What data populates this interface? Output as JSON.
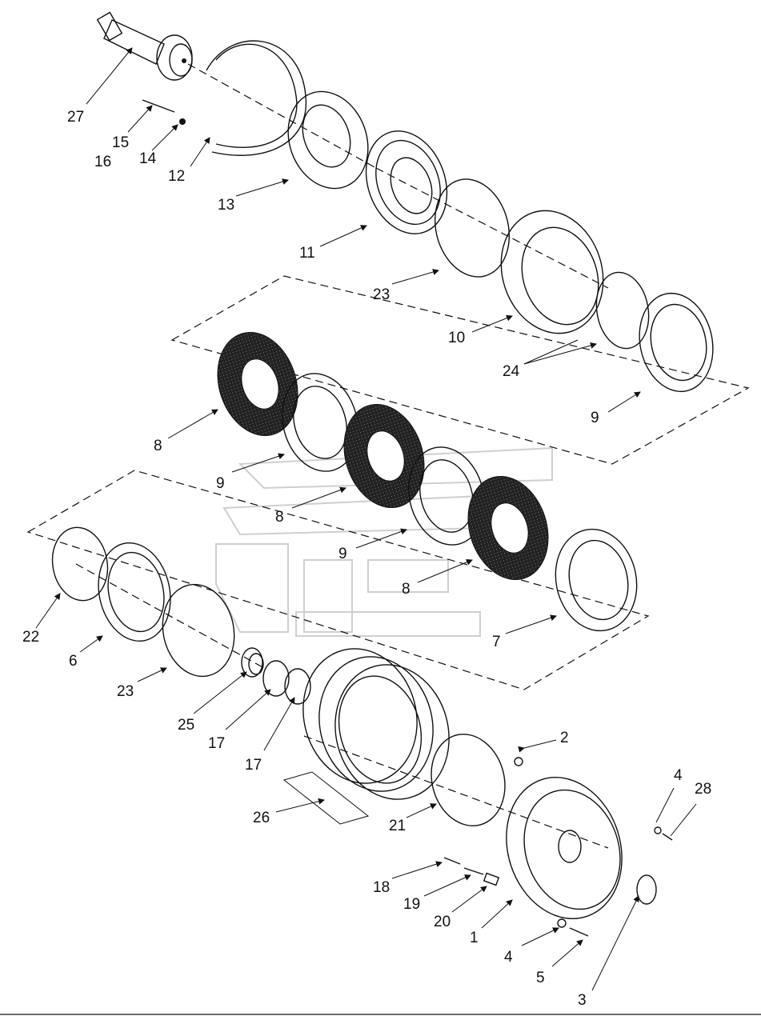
{
  "diagram": {
    "labels": {
      "p1": "1",
      "p2": "2",
      "p3": "3",
      "p4a": "4",
      "p4b": "4",
      "p5": "5",
      "p6": "6",
      "p7": "7",
      "p8a": "8",
      "p8b": "8",
      "p8c": "8",
      "p9a": "9",
      "p9b": "9",
      "p9c": "9",
      "p10": "10",
      "p11": "11",
      "p12": "12",
      "p13": "13",
      "p14": "14",
      "p15": "15",
      "p16": "16",
      "p17a": "17",
      "p17b": "17",
      "p18": "18",
      "p19": "19",
      "p20": "20",
      "p21": "21",
      "p22": "22",
      "p23a": "23",
      "p23b": "23",
      "p24": "24",
      "p25": "25",
      "p26": "26",
      "p27": "27",
      "p28": "28"
    }
  }
}
